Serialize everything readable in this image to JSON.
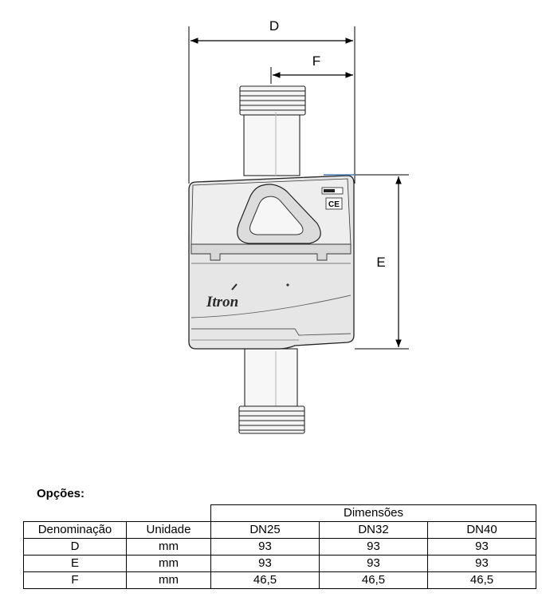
{
  "drawing": {
    "labels": {
      "d": "D",
      "e": "E",
      "f": "F"
    },
    "brand_text": "Itron",
    "ce_mark": "CE"
  },
  "options_title": "Opções:",
  "table": {
    "group_header": "Dimensões",
    "columns": [
      "Denominação",
      "Unidade",
      "DN25",
      "DN32",
      "DN40"
    ],
    "rows": [
      [
        "D",
        "mm",
        "93",
        "93",
        "93"
      ],
      [
        "E",
        "mm",
        "93",
        "93",
        "93"
      ],
      [
        "F",
        "mm",
        "46,5",
        "46,5",
        "46,5"
      ]
    ]
  }
}
